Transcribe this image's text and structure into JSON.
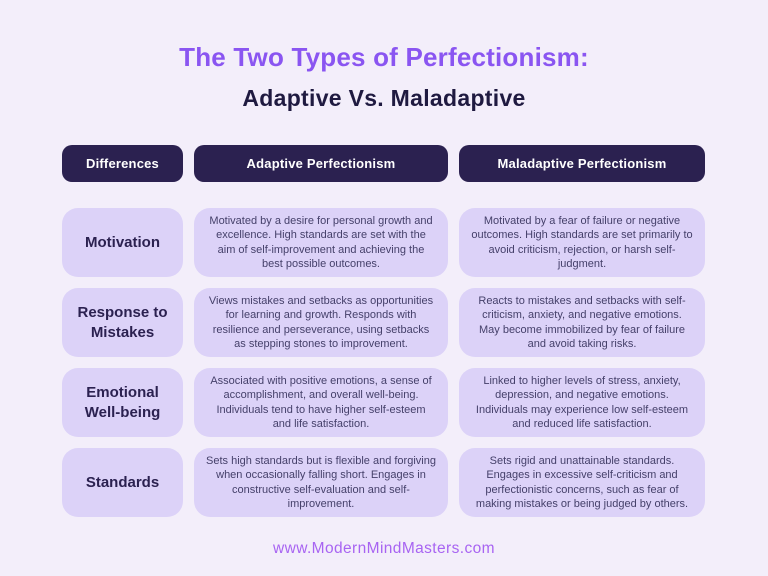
{
  "colors": {
    "background": "#f3eefa",
    "header_pill": "#2b2150",
    "header_pill_text": "#ffffff",
    "cell_background": "#dcd2f8",
    "label_text": "#2b2150",
    "body_text": "#45406a",
    "title": "#8a55f1",
    "subtitle": "#1f1a40",
    "footer_link": "#a864f2"
  },
  "header": {
    "title": "The Two Types of Perfectionism:",
    "subtitle": "Adaptive Vs. Maladaptive"
  },
  "table": {
    "headers": [
      "Differences",
      "Adaptive Perfectionism",
      "Maladaptive Perfectionism"
    ],
    "rows": [
      {
        "label": "Motivation",
        "adaptive": "Motivated by a desire for personal growth and excellence. High standards are set with the aim of self-improvement and achieving the best possible outcomes.",
        "maladaptive": "Motivated by a fear of failure or negative outcomes. High standards are set primarily to avoid criticism, rejection, or harsh self-judgment."
      },
      {
        "label": "Response to Mistakes",
        "adaptive": "Views mistakes and setbacks as opportunities for learning and growth. Responds with resilience and perseverance, using setbacks as stepping stones to improvement.",
        "maladaptive": "Reacts to mistakes and setbacks with self-criticism, anxiety, and negative emotions. May become immobilized by fear of failure and avoid taking risks."
      },
      {
        "label": "Emotional Well-being",
        "adaptive": "Associated with positive emotions, a sense of accomplishment, and overall well-being. Individuals tend to have higher self-esteem and life satisfaction.",
        "maladaptive": "Linked to higher levels of stress, anxiety, depression, and negative emotions. Individuals may experience low self-esteem and reduced life satisfaction."
      },
      {
        "label": "Standards",
        "adaptive": "Sets high standards but is flexible and forgiving when occasionally falling short. Engages in constructive self-evaluation and self-improvement.",
        "maladaptive": "Sets rigid and unattainable standards. Engages in excessive self-criticism and perfectionistic concerns, such as fear of making mistakes or being judged by others."
      }
    ]
  },
  "footer": {
    "url": "www.ModernMindMasters.com"
  }
}
